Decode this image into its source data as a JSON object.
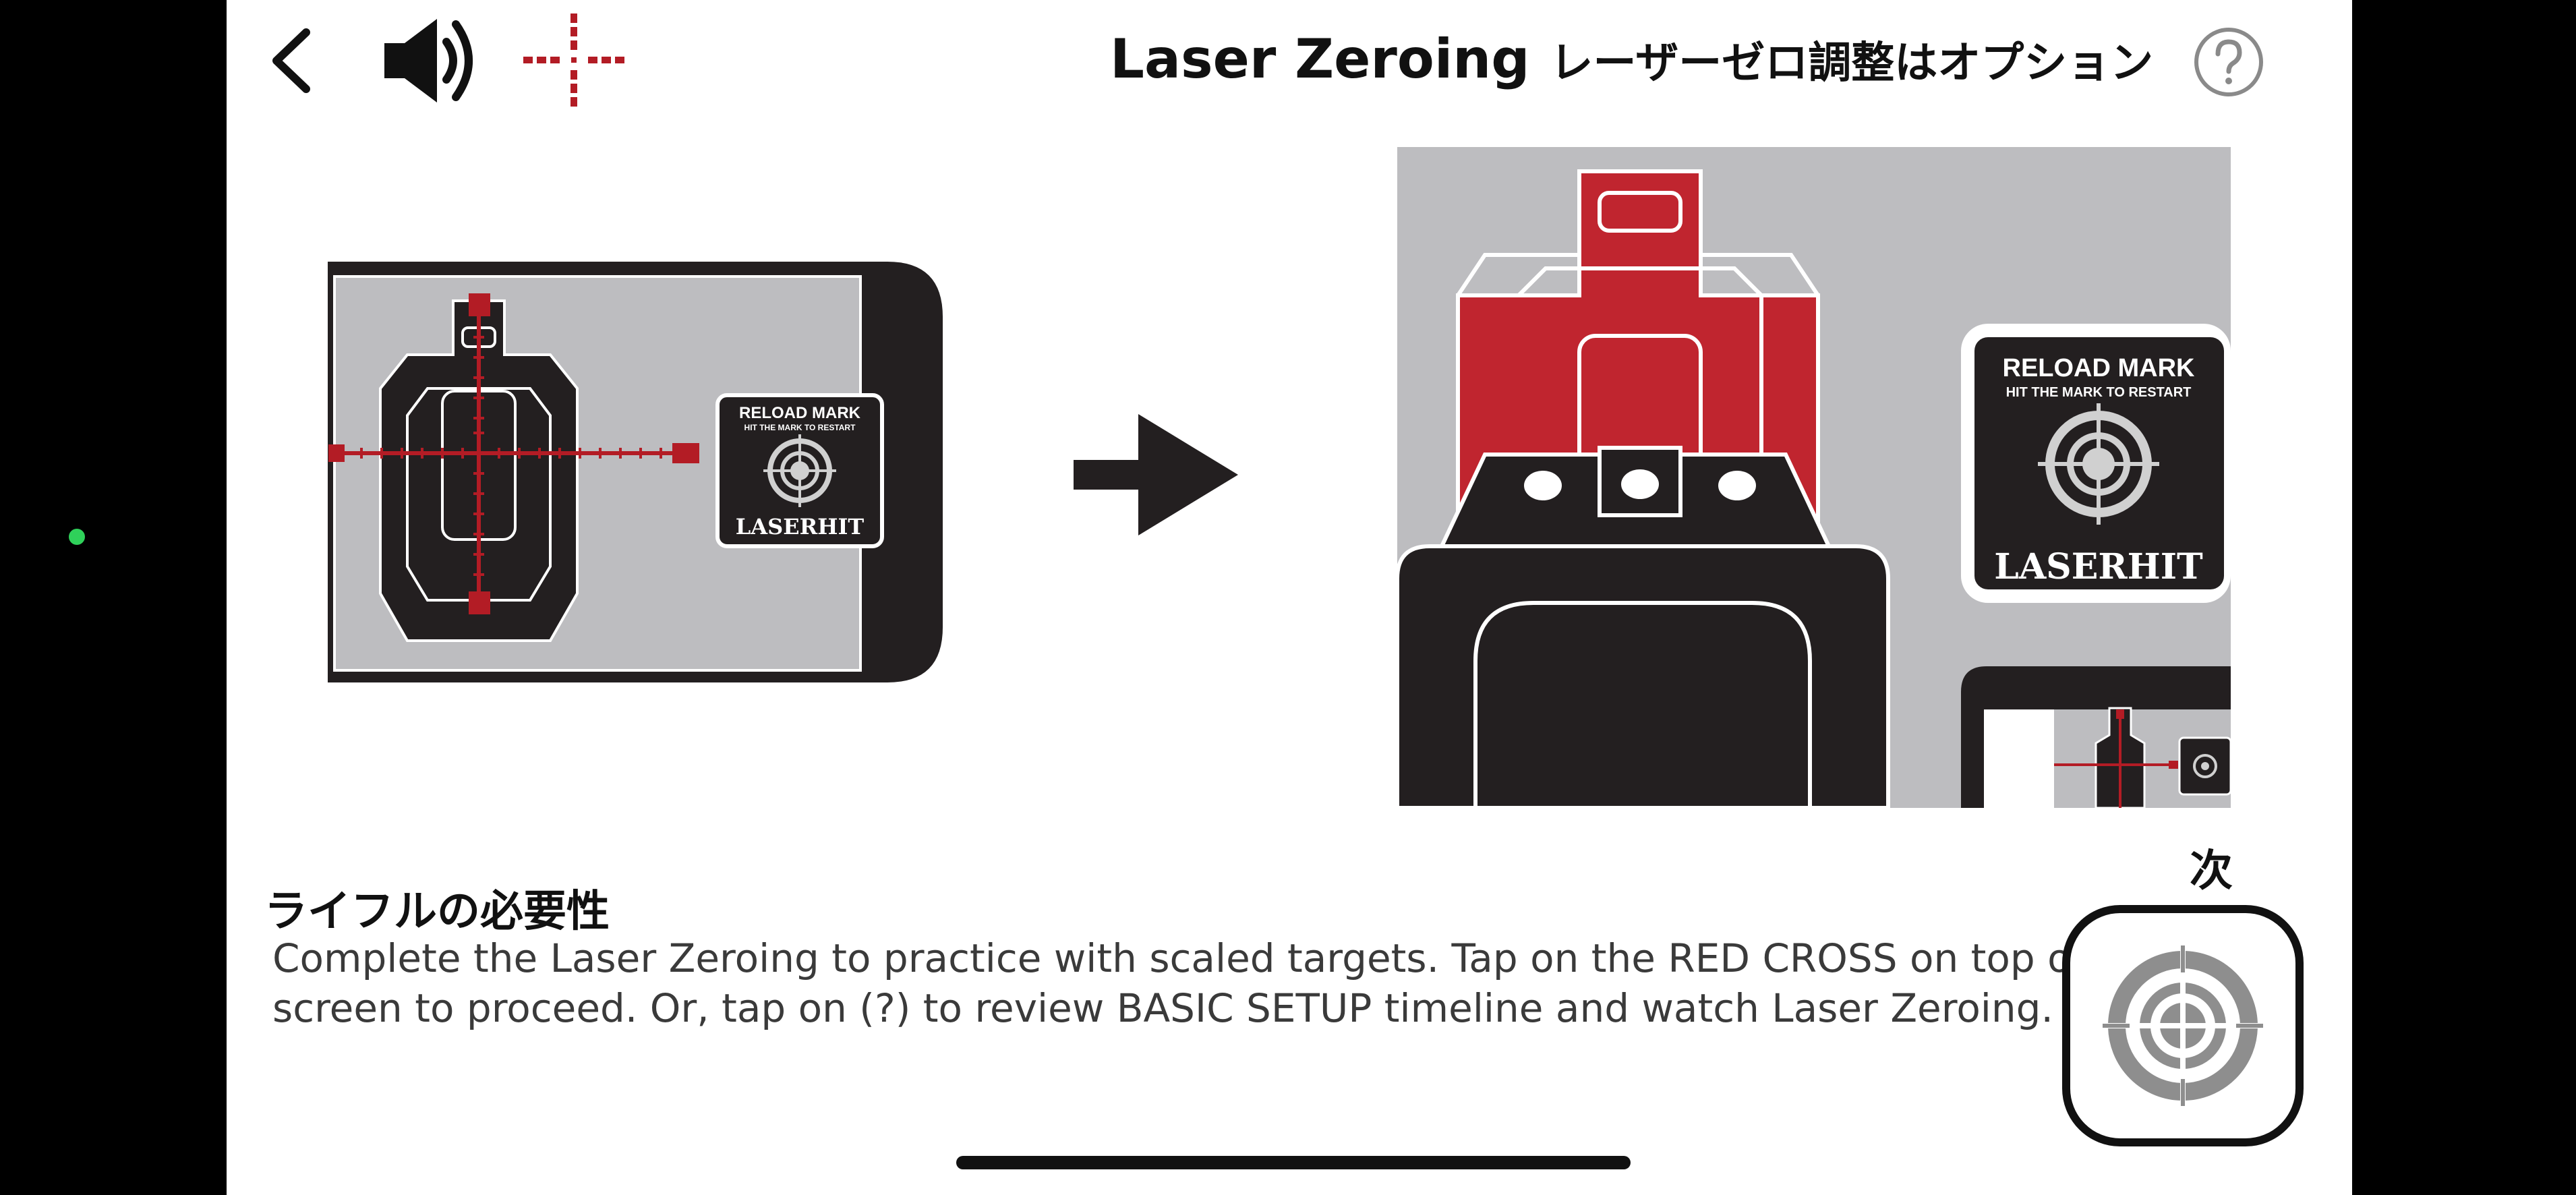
{
  "header": {
    "title_en": "Laser Zeroing",
    "title_jp": "レーザーゼロ調整はオプション",
    "back_icon": "chevron-left-icon",
    "sound_icon": "speaker-icon",
    "crosshair_icon": "red-crosshair-icon",
    "help_icon": "question-circle-icon"
  },
  "illustrations": {
    "left_reload_line1": "RELOAD MARK",
    "left_reload_line2": "HIT THE MARK TO RESTART",
    "left_brand": "LASERHIT",
    "right_reload_line1": "RELOAD MARK",
    "right_reload_line2": "HIT THE MARK TO RESTART",
    "right_brand": "LASERHIT",
    "arrow_icon": "arrow-right-icon"
  },
  "description": {
    "title": "ライフルの必要性",
    "body": "Complete the Laser Zeroing to practice with scaled targets. Tap on the RED CROSS on top of the screen to proceed. Or, tap on (?) to review BASIC SETUP timeline and watch Laser Zeroing."
  },
  "next": {
    "label": "次",
    "icon": "target-reticle-icon"
  },
  "colors": {
    "accent_red": "#b31c25",
    "target_red": "#c0252f",
    "panel_gray": "#bdbdc0",
    "icon_gray": "#8e8e8e",
    "dark": "#231f20"
  }
}
